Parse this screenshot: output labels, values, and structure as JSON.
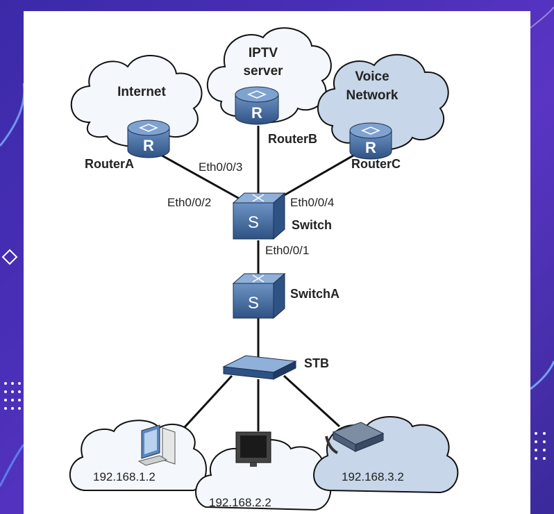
{
  "clouds": {
    "internet": "Internet",
    "iptv_line1": "IPTV",
    "iptv_line2": "server",
    "voice_line1": "Voice",
    "voice_line2": "Network"
  },
  "routers": {
    "a": "RouterA",
    "b": "RouterB",
    "c": "RouterC",
    "glyph": "R"
  },
  "ports": {
    "p2": "Eth0/0/2",
    "p3": "Eth0/0/3",
    "p4": "Eth0/0/4",
    "p1": "Eth0/0/1"
  },
  "switches": {
    "main": "Switch",
    "a": "SwitchA",
    "glyph": "S"
  },
  "stb": "STB",
  "hosts": {
    "pc": "192.168.1.2",
    "tv": "192.168.2.2",
    "phone": "192.168.3.2"
  },
  "colors": {
    "cloud_light": "#f4f7fb",
    "cloud_blue": "#c7d6e8",
    "device_blue": "#3f6aa0",
    "device_dark": "#2f5284"
  }
}
